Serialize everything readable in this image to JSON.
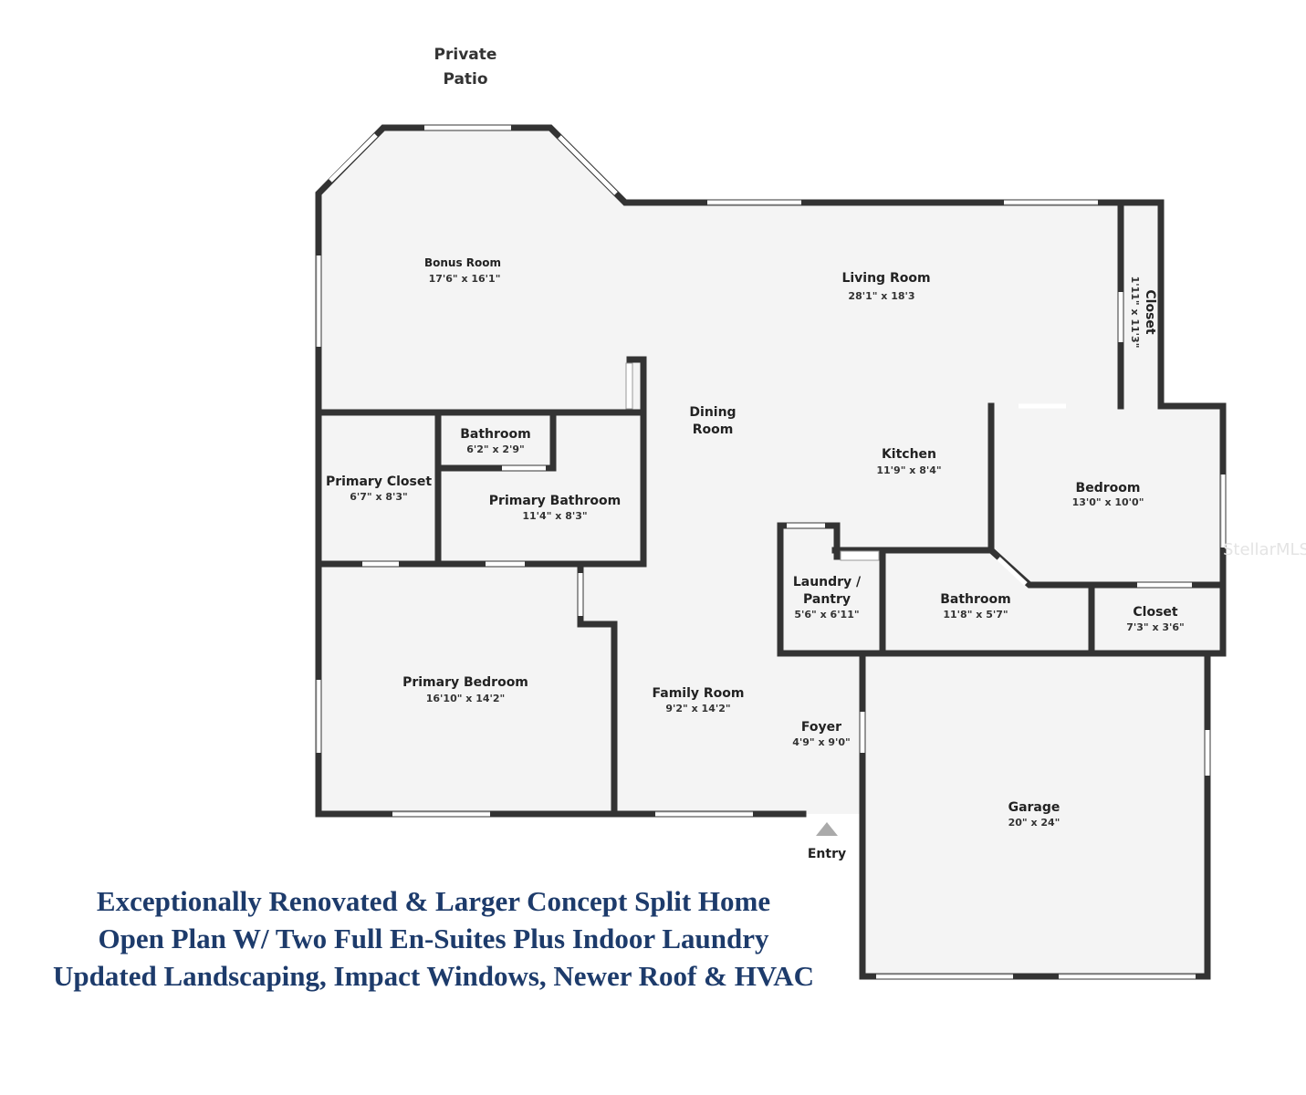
{
  "outside": {
    "patio_line1": "Private",
    "patio_line2": "Patio",
    "entry": "Entry"
  },
  "rooms": {
    "bonus": {
      "name": "Bonus Room",
      "dims": "17'6\" x 16'1\""
    },
    "living": {
      "name": "Living Room",
      "dims": "28'1\" x 18'3"
    },
    "closet_top": {
      "name": "Closet",
      "dims": "1'11\" x 11'3\""
    },
    "dining": {
      "name1": "Dining",
      "name2": "Room"
    },
    "kitchen": {
      "name": "Kitchen",
      "dims": "11'9\" x 8'4\""
    },
    "bedroom": {
      "name": "Bedroom",
      "dims": "13'0\" x 10'0\""
    },
    "bathroom_small": {
      "name": "Bathroom",
      "dims": "6'2\" x 2'9\""
    },
    "primary_closet": {
      "name": "Primary Closet",
      "dims": "6'7\" x 8'3\""
    },
    "primary_bathroom": {
      "name": "Primary Bathroom",
      "dims": "11'4\" x 8'3\""
    },
    "laundry": {
      "name1": "Laundry /",
      "name2": "Pantry",
      "dims": "5'6\" x 6'11\""
    },
    "bathroom": {
      "name": "Bathroom",
      "dims": "11'8\" x 5'7\""
    },
    "closet_right": {
      "name": "Closet",
      "dims": "7'3\" x 3'6\""
    },
    "primary_bedroom": {
      "name": "Primary Bedroom",
      "dims": "16'10\" x 14'2\""
    },
    "family": {
      "name": "Family Room",
      "dims": "9'2\" x 14'2\""
    },
    "foyer": {
      "name": "Foyer",
      "dims": "4'9\" x 9'0\""
    },
    "garage": {
      "name": "Garage",
      "dims": "20\" x 24\""
    }
  },
  "watermark": "StellarMLS",
  "tagline": [
    "Exceptionally Renovated & Larger Concept Split Home",
    "Open Plan W/ Two Full En-Suites Plus Indoor Laundry",
    "Updated Landscaping, Impact Windows, Newer Roof & HVAC"
  ],
  "colors": {
    "tagline": "#1d3b6b",
    "wall": "#333333",
    "floor": "#f4f4f4"
  }
}
